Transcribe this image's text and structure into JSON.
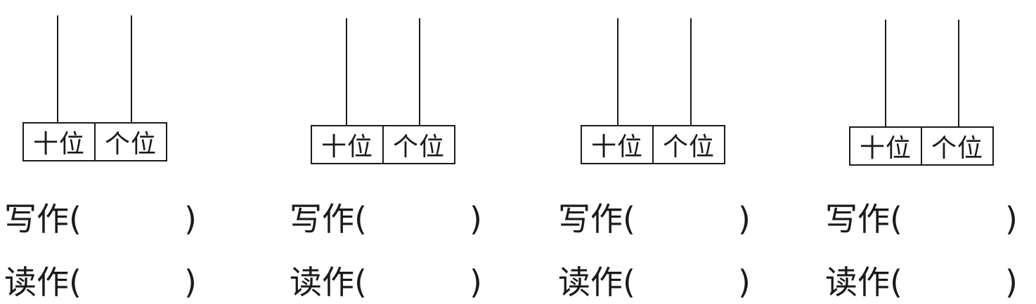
{
  "place_labels": {
    "tens": "十位",
    "ones": "个位"
  },
  "answer_labels": {
    "write": "写作(",
    "read": "读作(",
    "close_paren": ")"
  }
}
